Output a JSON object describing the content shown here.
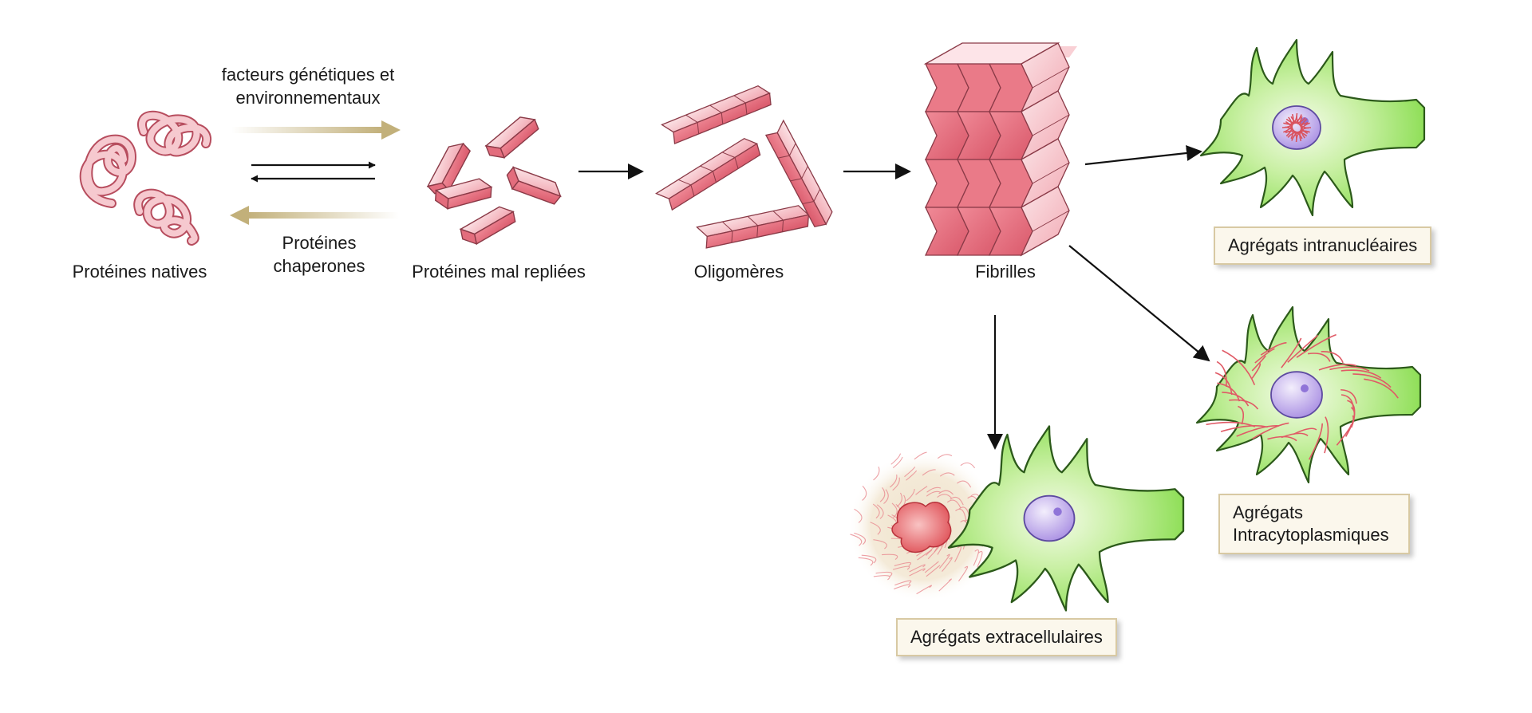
{
  "stages": {
    "native": "Protéines natives",
    "misfolded": "Protéines mal repliées",
    "oligomers": "Oligomères",
    "fibrils": "Fibrilles"
  },
  "arrows": {
    "forward_line1": "facteurs génétiques et",
    "forward_line2": "environnementaux",
    "backward_line1": "Protéines",
    "backward_line2": "chaperones"
  },
  "outcomes": {
    "intranuclear": "Agrégats intranucléaires",
    "intracytoplasmic_line1": "Agrégats",
    "intracytoplasmic_line2": "Intracytoplasmiques",
    "extracellular": "Agrégats extracellulaires"
  },
  "colors": {
    "protein_pink": "#e8707f",
    "protein_light": "#f6c9cf",
    "cell_green": "#8fe05a",
    "nucleus_purple": "#b49be8",
    "gold_arrow": "#c2b07a",
    "box_fill": "#fbf7ec",
    "box_border": "#d8c9a3"
  }
}
